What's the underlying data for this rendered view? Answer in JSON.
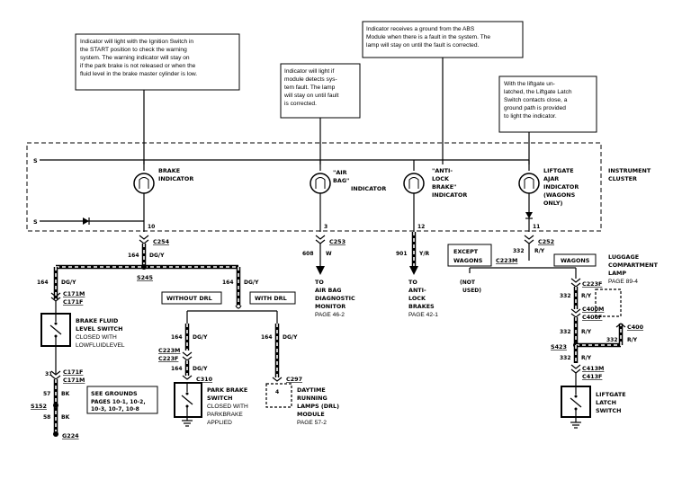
{
  "notes": {
    "brake": [
      "Indicator will light with the Ignition Switch in",
      "the START position to check the warning",
      "system.  The warning indicator will stay on",
      "if the park brake is not released or when the",
      "fluid level in the brake master cylinder is low."
    ],
    "airbag": [
      "Indicator will light if",
      "module detects sys-",
      "tem fault.  The lamp",
      "will stay on until fault",
      "is corrected."
    ],
    "abs": [
      "Indicator receives a ground from the ABS",
      "Module when there is a fault in the system. The",
      "lamp will stay on until the fault is corrected."
    ],
    "liftgate": [
      "With    the    liftgate  un-",
      "latched, the Liftgate Latch",
      "Switch contacts close, a",
      "ground path is provided",
      "to light the indicator."
    ]
  },
  "cluster_label": [
    "INSTRUMENT",
    "CLUSTER"
  ],
  "indicators": {
    "brake": [
      "BRAKE",
      "INDICATOR"
    ],
    "airbag": [
      "\"AIR",
      "BAG\"",
      "INDICATOR"
    ],
    "abs": [
      "\"ANTI-",
      "LOCK",
      "BRAKE\"",
      "INDICATOR"
    ],
    "liftgate": [
      "LIFTGATE",
      "AJAR",
      "INDICATOR",
      "(WAGONS",
      "ONLY)"
    ]
  },
  "pins": {
    "brake": "10",
    "airbag": "3",
    "abs": "12",
    "liftgate": "11"
  },
  "connectors": {
    "c254": "C254",
    "c253": "C253",
    "c252": "C252",
    "s245": "S245",
    "c171m_a": "C171M",
    "c171f_a": "C171F",
    "c171f_b": "C171F",
    "c171m_b": "C171M",
    "s152": "S152",
    "g224": "G224",
    "c223m_a": "C223M",
    "c223f_a": "C223F",
    "c310": "C310",
    "c297": "C297",
    "c223m_b": "C223M",
    "c223f_b": "C223F",
    "c400m": "C400M",
    "c400f": "C400F",
    "c400": "C400",
    "s423": "S423",
    "c413m": "C413M",
    "c413f": "C413F"
  },
  "wires": {
    "w164_dgy": "164",
    "dgy": "DG/Y",
    "w608": "608",
    "w": "W",
    "w901": "901",
    "yr": "Y/R",
    "w332": "332",
    "ry": "R/Y",
    "w57": "57",
    "bk": "BK",
    "w31": "31",
    "w58": "58"
  },
  "boxes": {
    "without_drl": "WITHOUT DRL",
    "with_drl": "WITH DRL",
    "except_wagons": [
      "EXCEPT",
      "WAGONS"
    ],
    "wagons": "WAGONS",
    "not_used": [
      "(NOT",
      "USED)"
    ],
    "see_grounds": [
      "SEE  GROUNDS",
      "PAGES  10-1,  10-2,",
      "10-3,  10-7,  10-8"
    ]
  },
  "components": {
    "brake_fluid": [
      "BRAKE FLUID",
      "LEVEL SWITCH"
    ],
    "brake_fluid_desc": [
      "CLOSED WITH",
      "LOWFLUIDLEVEL"
    ],
    "park_brake": [
      "PARK BRAKE",
      "SWITCH"
    ],
    "park_brake_desc": [
      "CLOSED WITH",
      "PARKBRAKE",
      "APPLIED"
    ],
    "drl": [
      "DAYTIME",
      "RUNNING",
      "LAMPS (DRL)",
      "MODULE"
    ],
    "drl_page": "PAGE  57-2",
    "drl_pin": "4",
    "airbag_to": [
      "TO",
      "AIR BAG",
      "DIAGNOSTIC",
      "MONITOR"
    ],
    "airbag_page": "PAGE  46-2",
    "abs_to": [
      "TO",
      "ANTI-",
      "LOCK",
      "BRAKES"
    ],
    "abs_page": "PAGE  42-1",
    "luggage": [
      "LUGGAGE",
      "COMPARTMENT",
      "LAMP"
    ],
    "luggage_page": "PAGE  89-4",
    "liftgate_latch": [
      "LIFTGATE",
      "LATCH",
      "SWITCH"
    ]
  },
  "s_marks": {
    "top": "S",
    "bottom": "S"
  }
}
